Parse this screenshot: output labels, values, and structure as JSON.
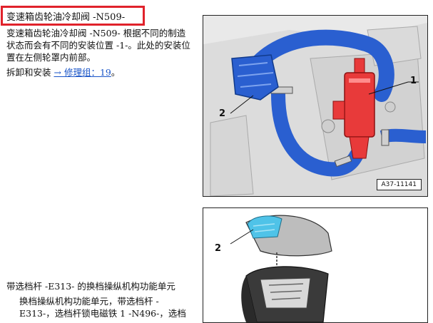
{
  "section1": {
    "title": "变速箱齿轮油冷却阀  -N509-",
    "description": "变速箱齿轮油冷却阀 -N509- 根据不同的制造状态而会有不同的安装位置 -1-。此处的安装位置在左侧轮罩内前部。",
    "removal_prefix": "拆卸和安装",
    "removal_link": "→ 修理组：19",
    "removal_suffix": "。",
    "figure": {
      "id": "A37-11141",
      "callout_1": "1",
      "callout_2": "2"
    }
  },
  "section2": {
    "heading": "带选档杆  -E313- 的换档操纵机构功能单元",
    "description": "换档操纵机构功能单元，带选档杆 -E313-，选档杆锁电磁铁 1 -N496-，选档",
    "figure": {
      "callout_2": "2"
    }
  },
  "colors": {
    "highlight_border": "#e0222b",
    "link": "#1a55c8",
    "hose_blue": "#2a5fd0",
    "valve_red": "#e83a3a",
    "connector_cyan": "#4fc3e8"
  }
}
